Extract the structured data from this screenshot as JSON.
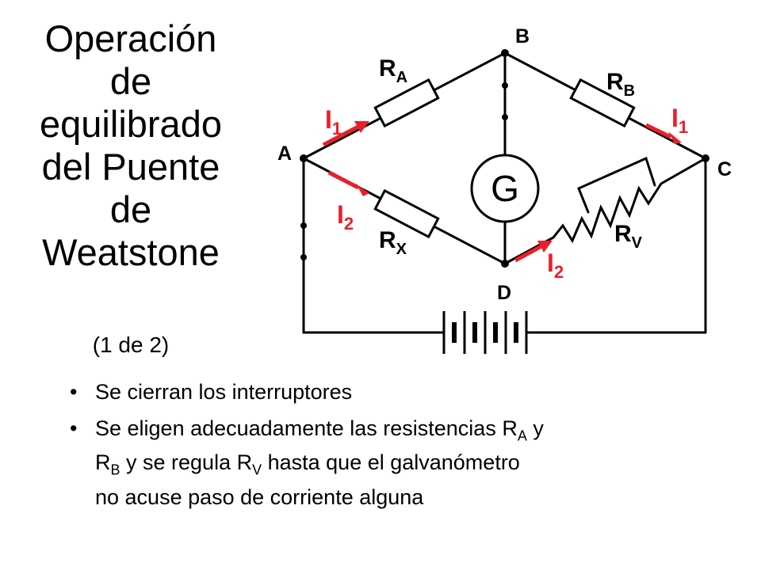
{
  "title": {
    "lines": [
      "Operación",
      "de",
      "equilibrado",
      "del Puente",
      "de",
      "Weatstone"
    ],
    "subtitle": "(1 de 2)"
  },
  "diagram": {
    "nodes": {
      "a": "A",
      "b": "B",
      "c": "C",
      "d": "D"
    },
    "galvanometer": "G",
    "resistors": {
      "ra": {
        "main": "R",
        "sub": "A"
      },
      "rb": {
        "main": "R",
        "sub": "B"
      },
      "rx": {
        "main": "R",
        "sub": "X"
      },
      "rv": {
        "main": "R",
        "sub": "V"
      }
    },
    "currents": {
      "i1_left": {
        "main": "I",
        "sub": "1"
      },
      "i1_right": {
        "main": "I",
        "sub": "1"
      },
      "i2_left": {
        "main": "I",
        "sub": "2"
      },
      "i2_right": {
        "main": "I",
        "sub": "2"
      }
    },
    "colors": {
      "wire": "#000000",
      "current": "#e8202a",
      "resistor_fill": "#ffffff"
    }
  },
  "bullets": [
    {
      "text": "Se cierran los interruptores"
    },
    {
      "line1": "Se eligen adecuadamente las resistencias R",
      "sub_a": "A",
      "line1_end": " y",
      "line2": "R",
      "sub_b": "B",
      "line2_mid": " y se regula R",
      "sub_v": "V",
      "line2_end": " hasta que el galvanómetro",
      "line3": "no acuse paso de corriente alguna"
    }
  ]
}
